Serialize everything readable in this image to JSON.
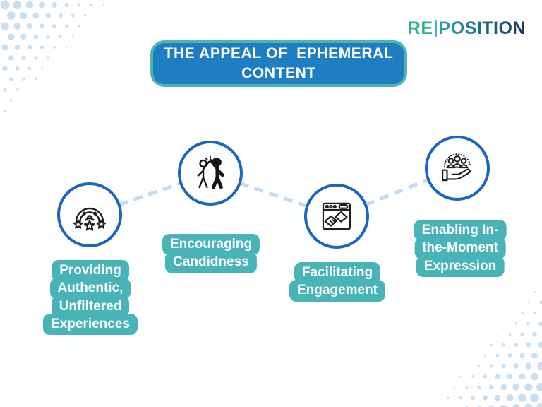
{
  "logo": {
    "prefix": "RE",
    "name": "POSITION"
  },
  "title": {
    "line1": "THE APPEAL OF  EPHEMERAL",
    "line2": "CONTENT"
  },
  "items": [
    {
      "icon": "rainbow-stars-icon",
      "label_lines": [
        "Providing",
        "Authentic,",
        "Unfiltered",
        "Experiences"
      ]
    },
    {
      "icon": "high-five-icon",
      "label_lines": [
        "Encouraging",
        "Candidness"
      ]
    },
    {
      "icon": "handshake-browser-icon",
      "label_lines": [
        "Facilitating",
        "Engagement"
      ]
    },
    {
      "icon": "hand-holding-people-icon",
      "label_lines": [
        "Enabling In-",
        "the-Moment",
        "Expression"
      ]
    }
  ],
  "colors": {
    "title_bg": "#1f7dc2",
    "title_border": "#4cb5ac",
    "teal": "#48b4b7",
    "circle_border": "#1767c0",
    "dash": "#c3dbf0",
    "dot": "#cbdff2",
    "logo_green": "#2eb389",
    "logo_bar": "#58a8e0",
    "logo_grad_start": "#2ba0ae",
    "logo_grad_end": "#16395f",
    "icon_stroke": "#1d1d1d"
  }
}
